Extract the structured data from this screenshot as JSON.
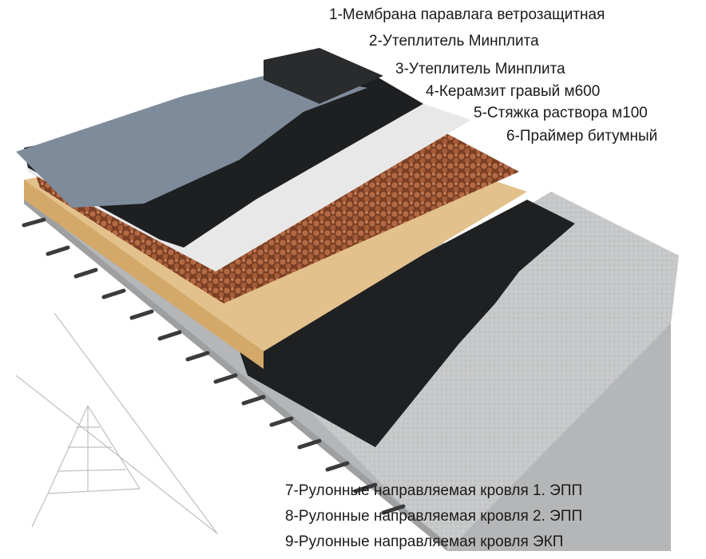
{
  "diagram": {
    "layer_labels_top": [
      "1-Мембрана паравлага ветрозащитная",
      "2-Утеплитель Минплита",
      "3-Утеплитель Минплита",
      "4-Керамзит гравый м600",
      "5-Стяжка раствора м100",
      "6-Праймер битумный"
    ],
    "layer_labels_bottom": [
      "7-Рулонные направляемая кровля 1. ЭПП",
      "8-Рулонные направляемая кровля 2. ЭПП",
      "9-Рулонные направляемая кровля  ЭКП"
    ]
  },
  "colors": {
    "concrete": "#c9cacb",
    "concrete_side": "#a9aaab",
    "bitumen_membrane": "#1f2022",
    "insulation": "#e4c28e",
    "insulation_side": "#d4a96a",
    "expanded_clay": "#9a5a3a",
    "screed_white": "#e9e9ea",
    "shingle_top": "#7d8a99",
    "rebar": "#3a3b3d"
  }
}
